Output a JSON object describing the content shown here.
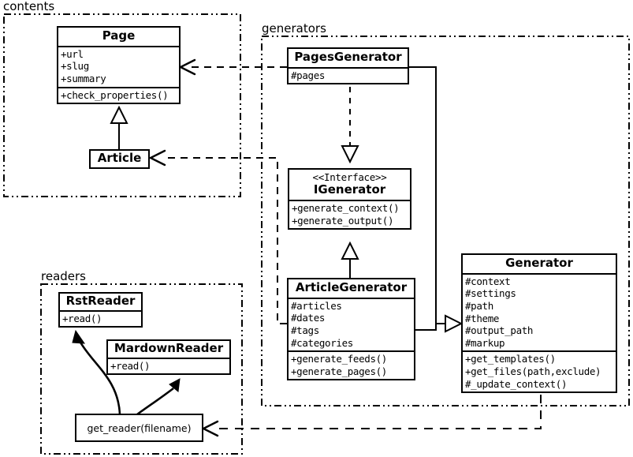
{
  "diagram": {
    "title": "Pelican architecture UML class diagram",
    "stroke_color": "#000000",
    "background": "#ffffff"
  },
  "packages": [
    {
      "id": "contents",
      "label": "contents"
    },
    {
      "id": "generators",
      "label": "generators"
    },
    {
      "id": "readers",
      "label": "readers"
    }
  ],
  "classes": {
    "page": {
      "name": "Page",
      "attributes": [
        "+url",
        "+slug",
        "+summary"
      ],
      "methods": [
        "+check_properties()"
      ]
    },
    "article": {
      "name": "Article",
      "attributes": [],
      "methods": []
    },
    "pages_generator": {
      "name": "PagesGenerator",
      "attributes": [
        "#pages"
      ],
      "methods": []
    },
    "igenerator": {
      "stereotype": "<<Interface>>",
      "name": "IGenerator",
      "attributes": [],
      "methods": [
        "+generate_context()",
        "+generate_output()"
      ]
    },
    "article_generator": {
      "name": "ArticleGenerator",
      "attributes": [
        "#articles",
        "#dates",
        "#tags",
        "#categories"
      ],
      "methods": [
        "+generate_feeds()",
        "+generate_pages()"
      ]
    },
    "generator": {
      "name": "Generator",
      "attributes": [
        "#context",
        "#settings",
        "#path",
        "#theme",
        "#output_path",
        "#markup"
      ],
      "methods": [
        "+get_templates()",
        "+get_files(path,exclude)",
        "#_update_context()"
      ]
    },
    "rst_reader": {
      "name": "RstReader",
      "attributes": [],
      "methods": [
        "+read()"
      ]
    },
    "mardown_reader": {
      "name": "MardownReader",
      "attributes": [],
      "methods": [
        "+read()"
      ]
    }
  },
  "functions": {
    "get_reader": {
      "label": "get_reader(filename)"
    }
  },
  "relationships": [
    {
      "from": "article",
      "to": "page",
      "type": "generalization"
    },
    {
      "from": "pages_generator",
      "to": "igenerator",
      "type": "realization"
    },
    {
      "from": "article_generator",
      "to": "igenerator",
      "type": "generalization"
    },
    {
      "from": "pages_generator",
      "to": "generator",
      "type": "generalization"
    },
    {
      "from": "article_generator",
      "to": "generator",
      "type": "generalization"
    },
    {
      "from": "pages_generator",
      "to": "page",
      "type": "dependency"
    },
    {
      "from": "article_generator",
      "to": "article",
      "type": "dependency"
    },
    {
      "from": "generator",
      "to": "get_reader",
      "type": "dependency"
    },
    {
      "from": "get_reader",
      "to": "rst_reader",
      "type": "returns"
    },
    {
      "from": "get_reader",
      "to": "mardown_reader",
      "type": "returns"
    }
  ]
}
